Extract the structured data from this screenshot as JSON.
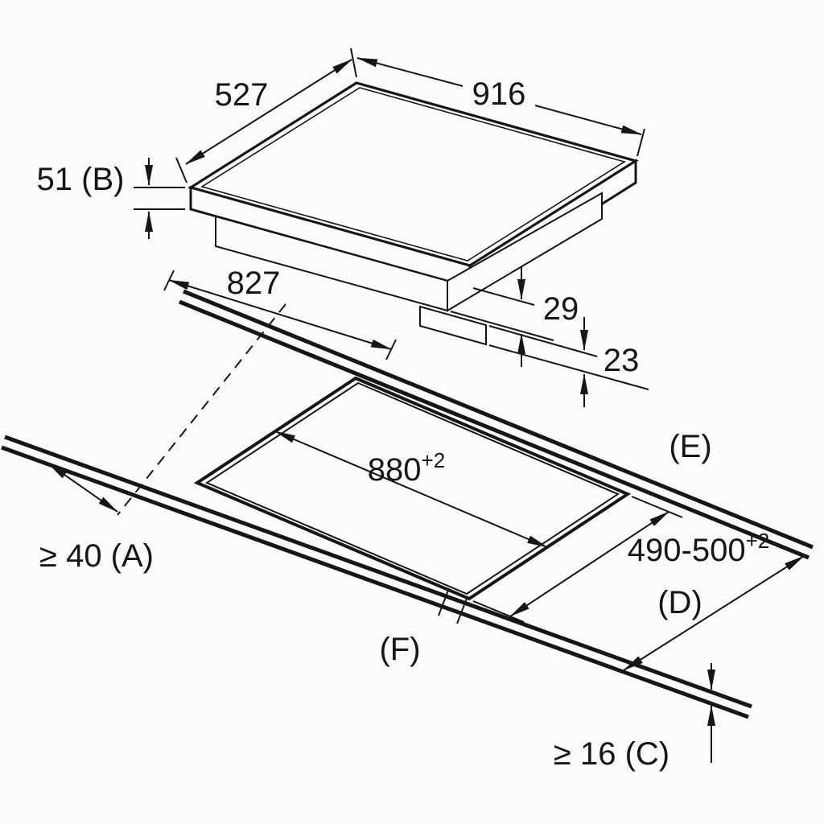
{
  "colors": {
    "ink": "#161616",
    "background": "#fcfcfc"
  },
  "hob": {
    "width": "916",
    "depth": "527",
    "height": "51 (B)",
    "base_length": "827",
    "step_height_upper": "29",
    "step_height_lower": "23"
  },
  "cutout": {
    "width": "880",
    "width_tol": "+2",
    "depth": "490-500",
    "depth_tol": "+2"
  },
  "installation": {
    "front_clearance": "≥ 40 (A)",
    "worktop_thickness": "≥ 16 (C)",
    "ref_d": "(D)",
    "ref_e": "(E)",
    "ref_f": "(F)"
  }
}
